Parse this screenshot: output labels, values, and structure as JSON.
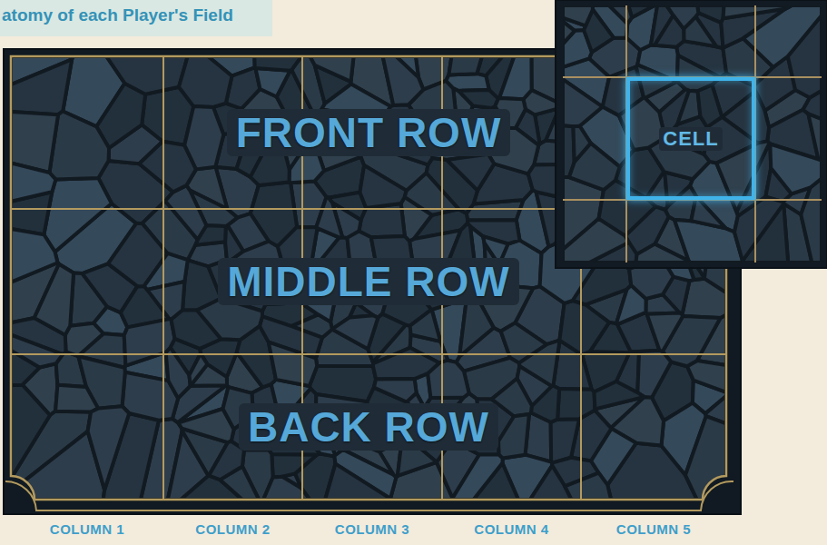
{
  "diagram": {
    "title": "atomy of each Player's Field",
    "nodes": [
      {
        "text": [
          "FRONT ROW"
        ]
      },
      {
        "text": [
          "MIDDLE ROW"
        ]
      },
      {
        "text": [
          "BACK ROW"
        ]
      },
      {
        "text": [
          "CELL"
        ]
      }
    ],
    "labels": [
      "COLUMN 1",
      "COLUMN 2",
      "COLUMN 3",
      "COLUMN 4",
      "COLUMN 5"
    ]
  }
}
